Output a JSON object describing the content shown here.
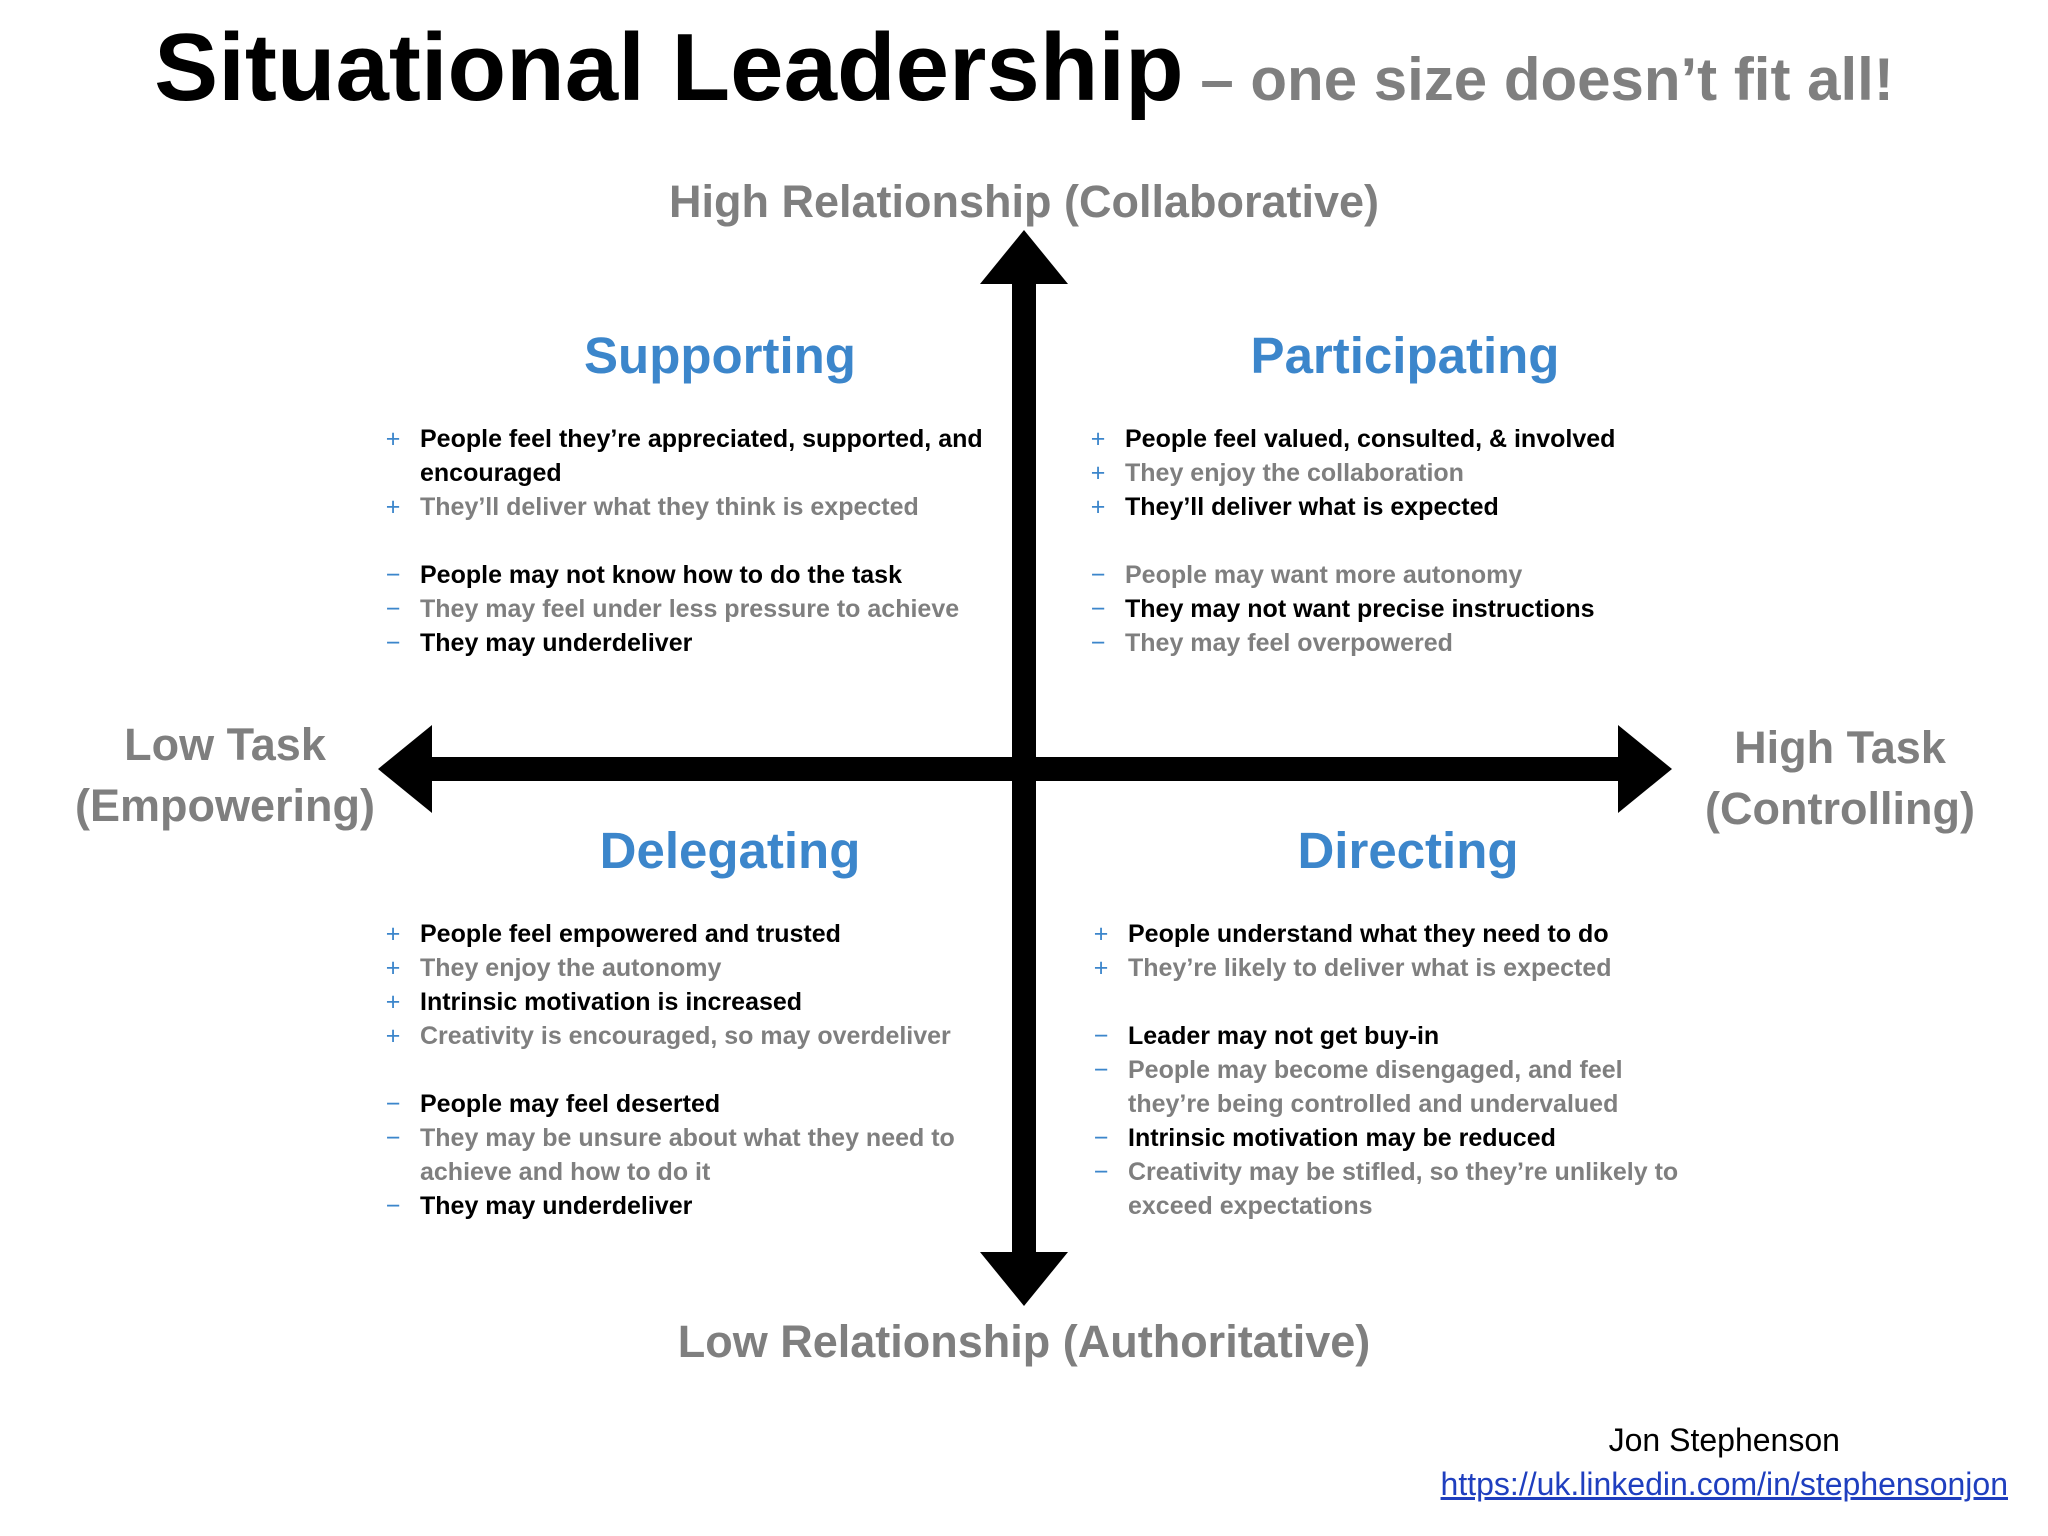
{
  "title": {
    "main": "Situational Leadership",
    "sub": " – one size doesn’t fit all!"
  },
  "axes": {
    "top": "High Relationship (Collaborative)",
    "bottom": "Low Relationship (Authoritative)",
    "left_line1": "Low Task",
    "left_line2": "(Empowering)",
    "right_line1": "High Task",
    "right_line2": "(Controlling)"
  },
  "colors": {
    "accent": "#3c86cb",
    "muted_text": "#7f7f7f",
    "primary_text": "#000000",
    "link": "#1f3fbf"
  },
  "quadrants": {
    "supporting": {
      "title": "Supporting",
      "items": [
        {
          "marker": "+",
          "text": "People feel they’re appreciated, supported, and encouraged"
        },
        {
          "marker": "+",
          "text": "They’ll deliver what they think is expected"
        },
        {
          "marker": "−",
          "text": "People may not know how to do the task"
        },
        {
          "marker": "−",
          "text": "They may feel under less pressure to achieve"
        },
        {
          "marker": "−",
          "text": "They may underdeliver"
        }
      ]
    },
    "participating": {
      "title": "Participating",
      "items": [
        {
          "marker": "+",
          "text": "People feel valued, consulted, & involved"
        },
        {
          "marker": "+",
          "text": "They enjoy the collaboration"
        },
        {
          "marker": "+",
          "text": "They’ll deliver what is expected"
        },
        {
          "marker": "−",
          "text": "People may want more autonomy"
        },
        {
          "marker": "−",
          "text": "They may not want precise instructions"
        },
        {
          "marker": "−",
          "text": "They may feel overpowered"
        }
      ]
    },
    "delegating": {
      "title": "Delegating",
      "items": [
        {
          "marker": "+",
          "text": "People feel empowered and trusted"
        },
        {
          "marker": "+",
          "text": "They enjoy the autonomy"
        },
        {
          "marker": "+",
          "text": "Intrinsic motivation is increased"
        },
        {
          "marker": "+",
          "text": "Creativity is encouraged, so may overdeliver"
        },
        {
          "marker": "−",
          "text": "People may feel deserted"
        },
        {
          "marker": "−",
          "text": "They may be unsure about what they need to achieve and how to do it"
        },
        {
          "marker": "−",
          "text": "They may underdeliver"
        }
      ]
    },
    "directing": {
      "title": "Directing",
      "items": [
        {
          "marker": "+",
          "text": "People understand what they need to do"
        },
        {
          "marker": "+",
          "text": "They’re likely to deliver what is expected"
        },
        {
          "marker": "−",
          "text": "Leader may not get buy-in"
        },
        {
          "marker": "−",
          "text": "People may become disengaged, and feel they’re being controlled and undervalued"
        },
        {
          "marker": "−",
          "text": "Intrinsic motivation may be reduced"
        },
        {
          "marker": "−",
          "text": "Creativity may be stifled, so they’re unlikely to exceed expectations"
        }
      ]
    }
  },
  "author": {
    "name": "Jon Stephenson",
    "link": "https://uk.linkedin.com/in/stephensonjon"
  }
}
